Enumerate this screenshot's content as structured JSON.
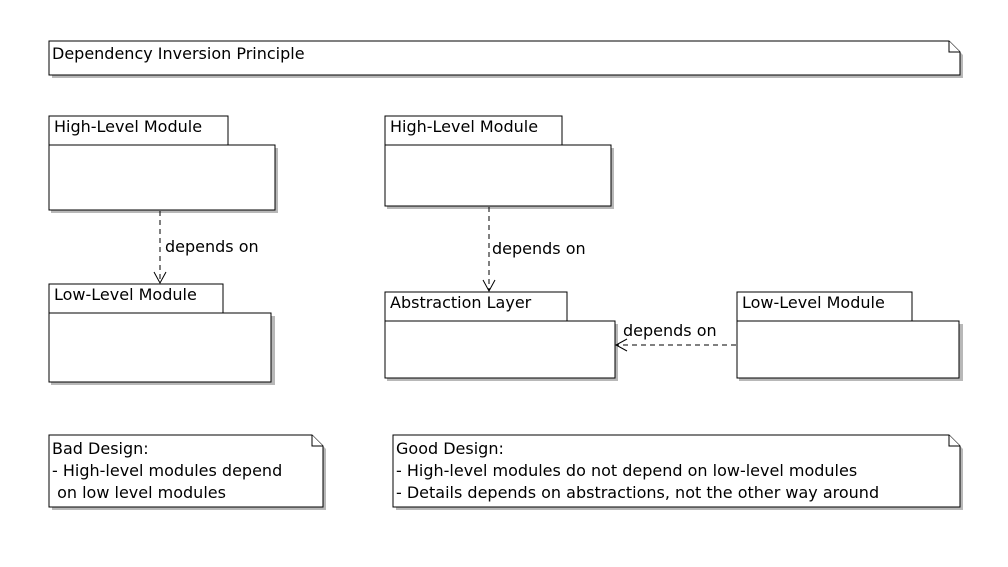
{
  "title_note": {
    "text": "Dependency Inversion Principle"
  },
  "bad_design": {
    "high_module": "High-Level Module",
    "low_module": "Low-Level Module",
    "dependency_label": "depends on",
    "note": {
      "lines": [
        "Bad Design:",
        "- High-level modules depend",
        " on low level modules"
      ]
    }
  },
  "good_design": {
    "high_module": "High-Level Module",
    "abstraction": "Abstraction Layer",
    "low_module": "Low-Level Module",
    "dependency_label_1": "depends on",
    "dependency_label_2": "depends on",
    "note": {
      "lines": [
        "Good Design:",
        "- High-level modules do not depend on low-level modules",
        "- Details depends on abstractions, not the other way around"
      ]
    }
  }
}
